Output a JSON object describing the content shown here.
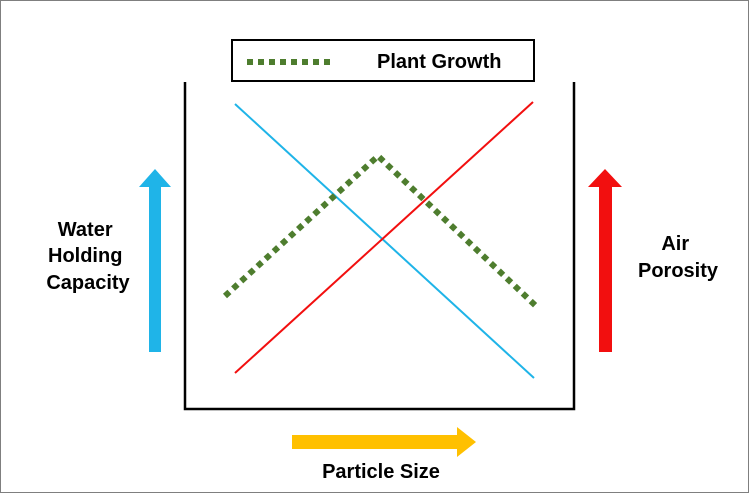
{
  "legend": {
    "label": "Plant Growth"
  },
  "labels": {
    "left_axis": [
      "Water",
      "Holding",
      "Capacity"
    ],
    "right_axis": [
      "Air",
      "Porosity"
    ],
    "bottom_axis": "Particle Size"
  },
  "colors": {
    "water_holding_capacity": "#1FB4E8",
    "air_porosity": "#F20F0F",
    "particle_size": "#FFC000",
    "plant_growth": "#4E7D2E",
    "axes": "#000000"
  },
  "series": [
    {
      "id": "water_holding_capacity",
      "trend": "decreasing",
      "style": "solid"
    },
    {
      "id": "air_porosity",
      "trend": "increasing",
      "style": "solid"
    },
    {
      "id": "plant_growth",
      "trend": "rise-then-fall",
      "style": "dotted"
    }
  ],
  "icons": {
    "left": "up-arrow-icon",
    "right": "up-arrow-icon",
    "bottom": "right-arrow-icon"
  }
}
